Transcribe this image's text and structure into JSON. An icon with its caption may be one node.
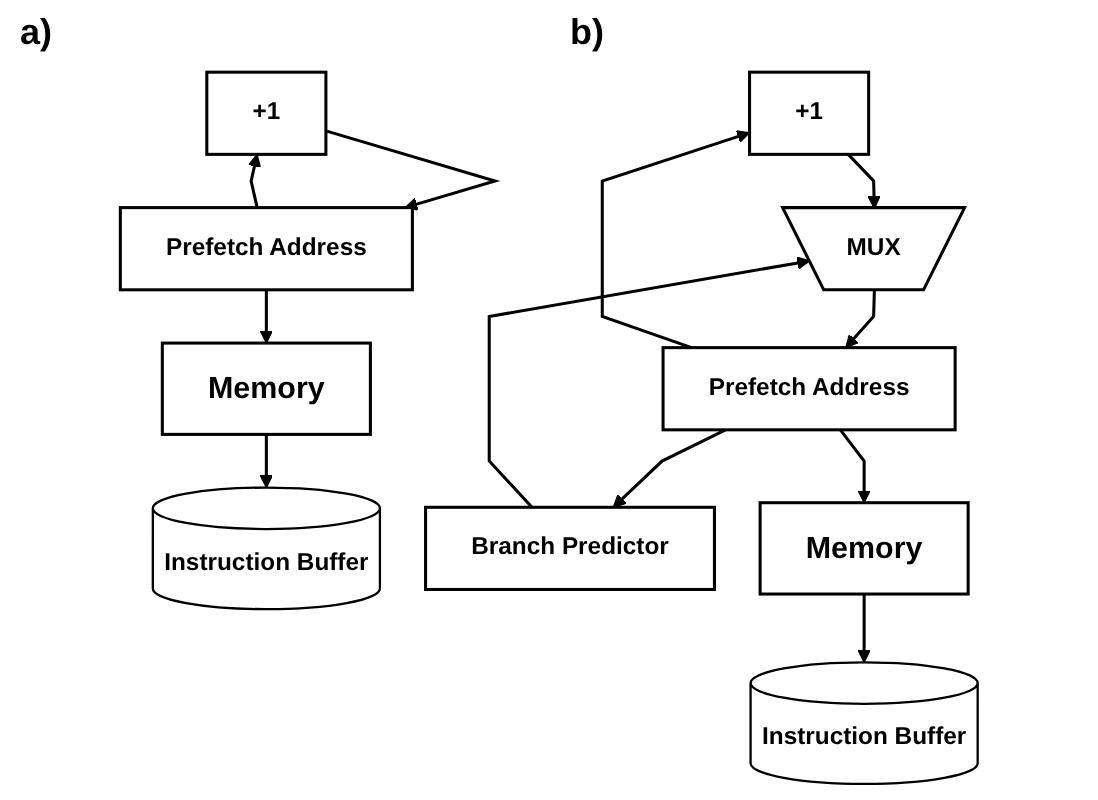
{
  "diagram": {
    "nodes": [
      {
        "text": [
          "+1"
        ]
      },
      {
        "text": [
          "Prefetch Address"
        ]
      },
      {
        "text": [
          "Memory"
        ]
      },
      {
        "text": [
          "Instruction Buffer"
        ]
      },
      {
        "text": [
          "+1"
        ]
      },
      {
        "text": [
          "Branch Predictor"
        ]
      },
      {
        "text": [
          "MUX"
        ]
      },
      {
        "text": [
          "Prefetch Address"
        ]
      },
      {
        "text": [
          "Memory"
        ]
      },
      {
        "text": [
          "Instruction Buffer"
        ]
      }
    ],
    "edges": [
      {
        "from": 1,
        "to": 0,
        "arrow": "to"
      },
      {
        "from": 0,
        "to": 1,
        "arrow": "to"
      },
      {
        "from": 1,
        "to": 2,
        "arrow": "to"
      },
      {
        "from": 2,
        "to": 3,
        "arrow": "to"
      },
      {
        "from": 7,
        "to": 4,
        "arrow": "to"
      },
      {
        "from": 7,
        "to": 5,
        "arrow": "to"
      },
      {
        "from": 4,
        "to": 6,
        "arrow": "to"
      },
      {
        "from": 5,
        "to": 6,
        "arrow": "to"
      },
      {
        "from": 6,
        "to": 7,
        "arrow": "to"
      },
      {
        "from": 7,
        "to": 8,
        "arrow": "to"
      },
      {
        "from": 8,
        "to": 9,
        "arrow": "to"
      }
    ],
    "labels": [
      "a)",
      "b)"
    ]
  }
}
